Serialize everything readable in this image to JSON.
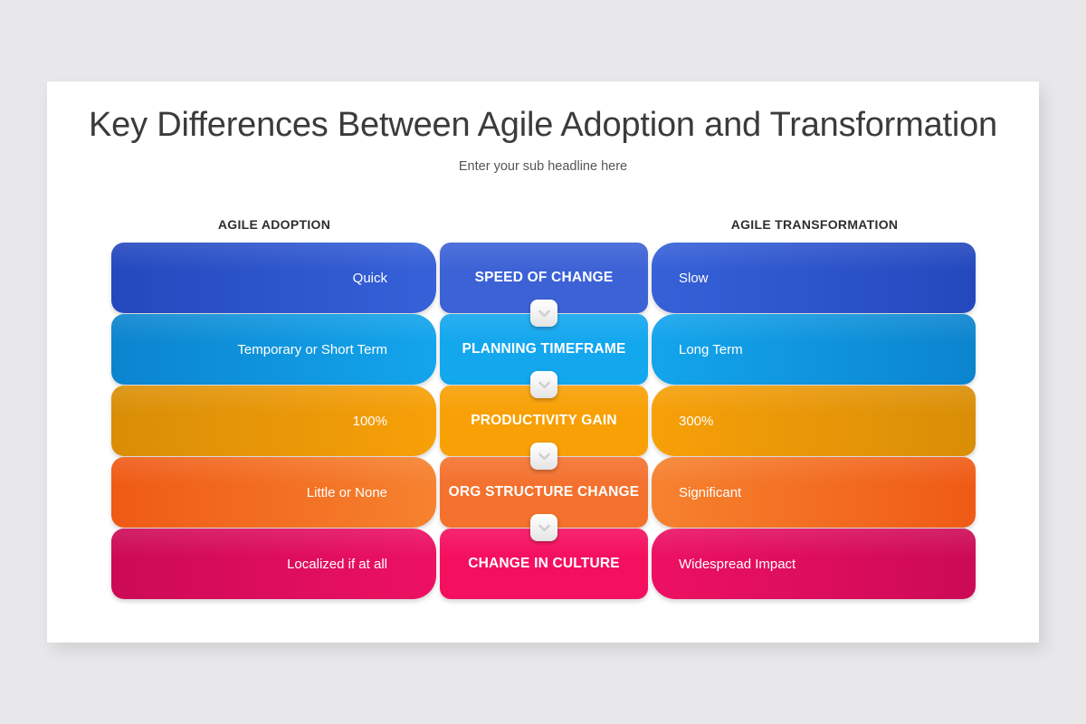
{
  "slide": {
    "title": "Key Differences Between Agile Adoption and Transformation",
    "subtitle": "Enter your sub headline here",
    "background": "#ffffff",
    "canvas_background": "#e8e8ea"
  },
  "columns": {
    "left_header": "AGILE ADOPTION",
    "right_header": "AGILE TRANSFORMATION"
  },
  "rows": [
    {
      "left": "Quick",
      "center": "SPEED OF CHANGE",
      "right": "Slow",
      "color_mid": "#3C62D6",
      "color_left_from": "#2348BE",
      "color_left_to": "#3661D8",
      "color_right_from": "#3661D8",
      "color_right_to": "#2348BE"
    },
    {
      "left": "Temporary or Short Term",
      "center": "PLANNING TIMEFRAME",
      "right": "Long Term",
      "color_mid": "#13A7EE",
      "color_left_from": "#0B84CE",
      "color_left_to": "#13A5EC",
      "color_right_from": "#13A5EC",
      "color_right_to": "#0B84CE"
    },
    {
      "left": "100%",
      "center": "PRODUCTIVITY GAIN",
      "right": "300%",
      "color_mid": "#F8A005",
      "color_left_from": "#D98E07",
      "color_left_to": "#F7A008",
      "color_right_from": "#F7A008",
      "color_right_to": "#D98E07"
    },
    {
      "left": "Little or None",
      "center": "ORG STRUCTURE CHANGE",
      "right": "Significant",
      "color_mid": "#F4712E",
      "color_left_from": "#EF5A15",
      "color_left_to": "#F6822F",
      "color_right_from": "#F6822F",
      "color_right_to": "#EF5A15"
    },
    {
      "left": "Localized if at all",
      "center": "CHANGE IN CULTURE",
      "right": "Widespread Impact",
      "color_mid": "#F50F5F",
      "color_left_from": "#CC0A56",
      "color_left_to": "#ED1063",
      "color_right_from": "#ED1063",
      "color_right_to": "#CC0A56"
    }
  ],
  "connectors": [
    {
      "icon": "chevron-down-icon"
    },
    {
      "icon": "chevron-down-icon"
    },
    {
      "icon": "chevron-down-icon"
    },
    {
      "icon": "chevron-down-icon"
    }
  ]
}
